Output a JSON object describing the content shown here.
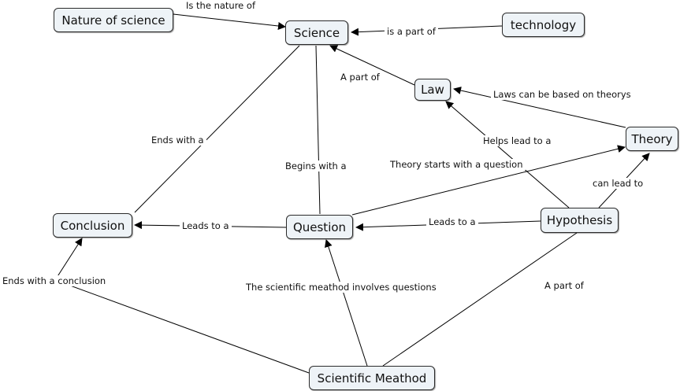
{
  "nodes": {
    "nature": "Nature of science",
    "science": "Science",
    "technology": "technology",
    "law": "Law",
    "theory": "Theory",
    "hypothesis": "Hypothesis",
    "question": "Question",
    "conclusion": "Conclusion",
    "method": "Scientific Meathod"
  },
  "links": {
    "nature_science": "Is the nature of",
    "tech_science": "is a part of",
    "law_science": "A part of",
    "theory_law": "Laws can be based on theorys",
    "hyp_law": "Helps lead to a",
    "hyp_theory": "can lead to",
    "question_theory": "Theory starts with a question",
    "hyp_question": "Leads to a",
    "question_conclusion": "Leads to a",
    "science_question": "Begins with a",
    "science_conclusion": "Ends with a",
    "method_conclusion": "Ends with a conclusion",
    "method_question": "The scientific meathod involves questions",
    "method_hypothesis": "A part of"
  },
  "colors": {
    "node_fill": "#eef3f7",
    "node_border": "#2b2b2b",
    "line": "#000000",
    "background": "#ffffff"
  }
}
